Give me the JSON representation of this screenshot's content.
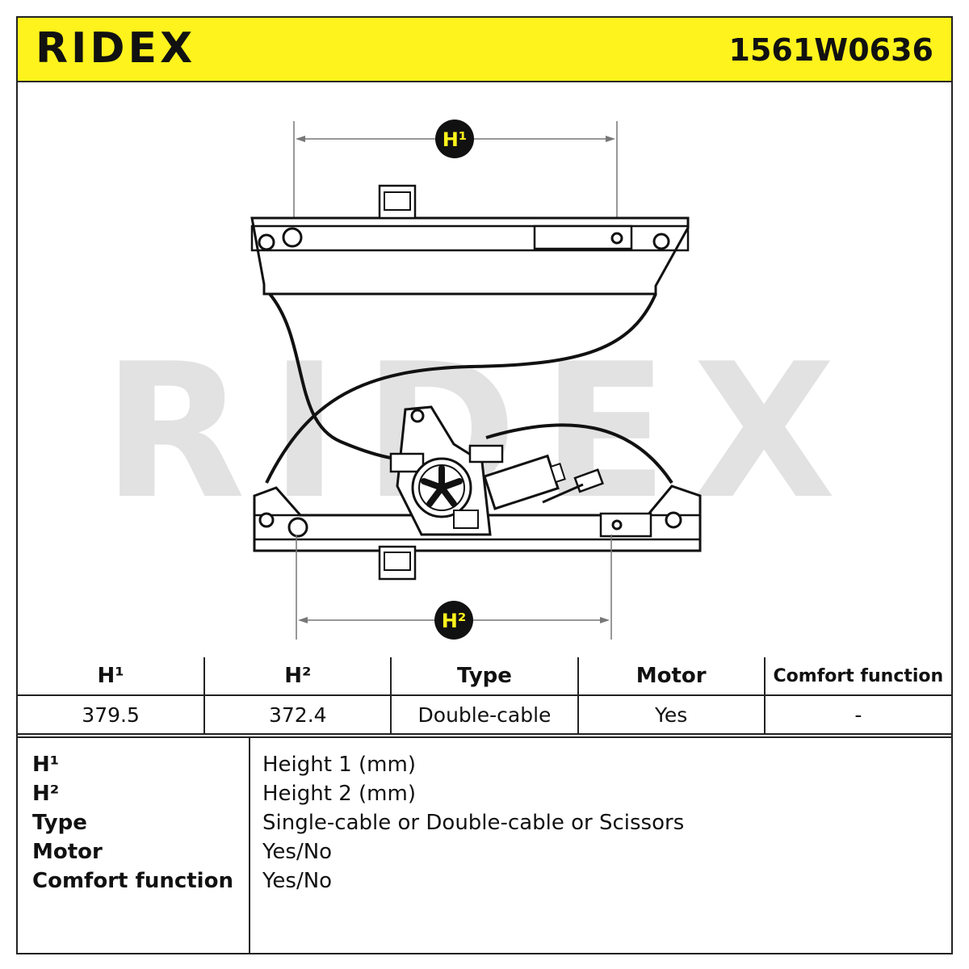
{
  "header": {
    "brand": "RIDEX",
    "part_number": "1561W0636"
  },
  "diagram": {
    "watermark": "RIDEX",
    "dim_h1": "H¹",
    "dim_h2": "H²"
  },
  "specs": {
    "headers": [
      "H¹",
      "H²",
      "Type",
      "Motor",
      "Comfort function"
    ],
    "values": [
      "379.5",
      "372.4",
      "Double-cable",
      "Yes",
      "-"
    ]
  },
  "legend": [
    {
      "term": "H¹",
      "definition": "Height 1 (mm)"
    },
    {
      "term": "H²",
      "definition": "Height 2 (mm)"
    },
    {
      "term": "Type",
      "definition": "Single-cable or Double-cable or Scissors"
    },
    {
      "term": "Motor",
      "definition": "Yes/No"
    },
    {
      "term": "Comfort function",
      "definition": "Yes/No"
    }
  ]
}
